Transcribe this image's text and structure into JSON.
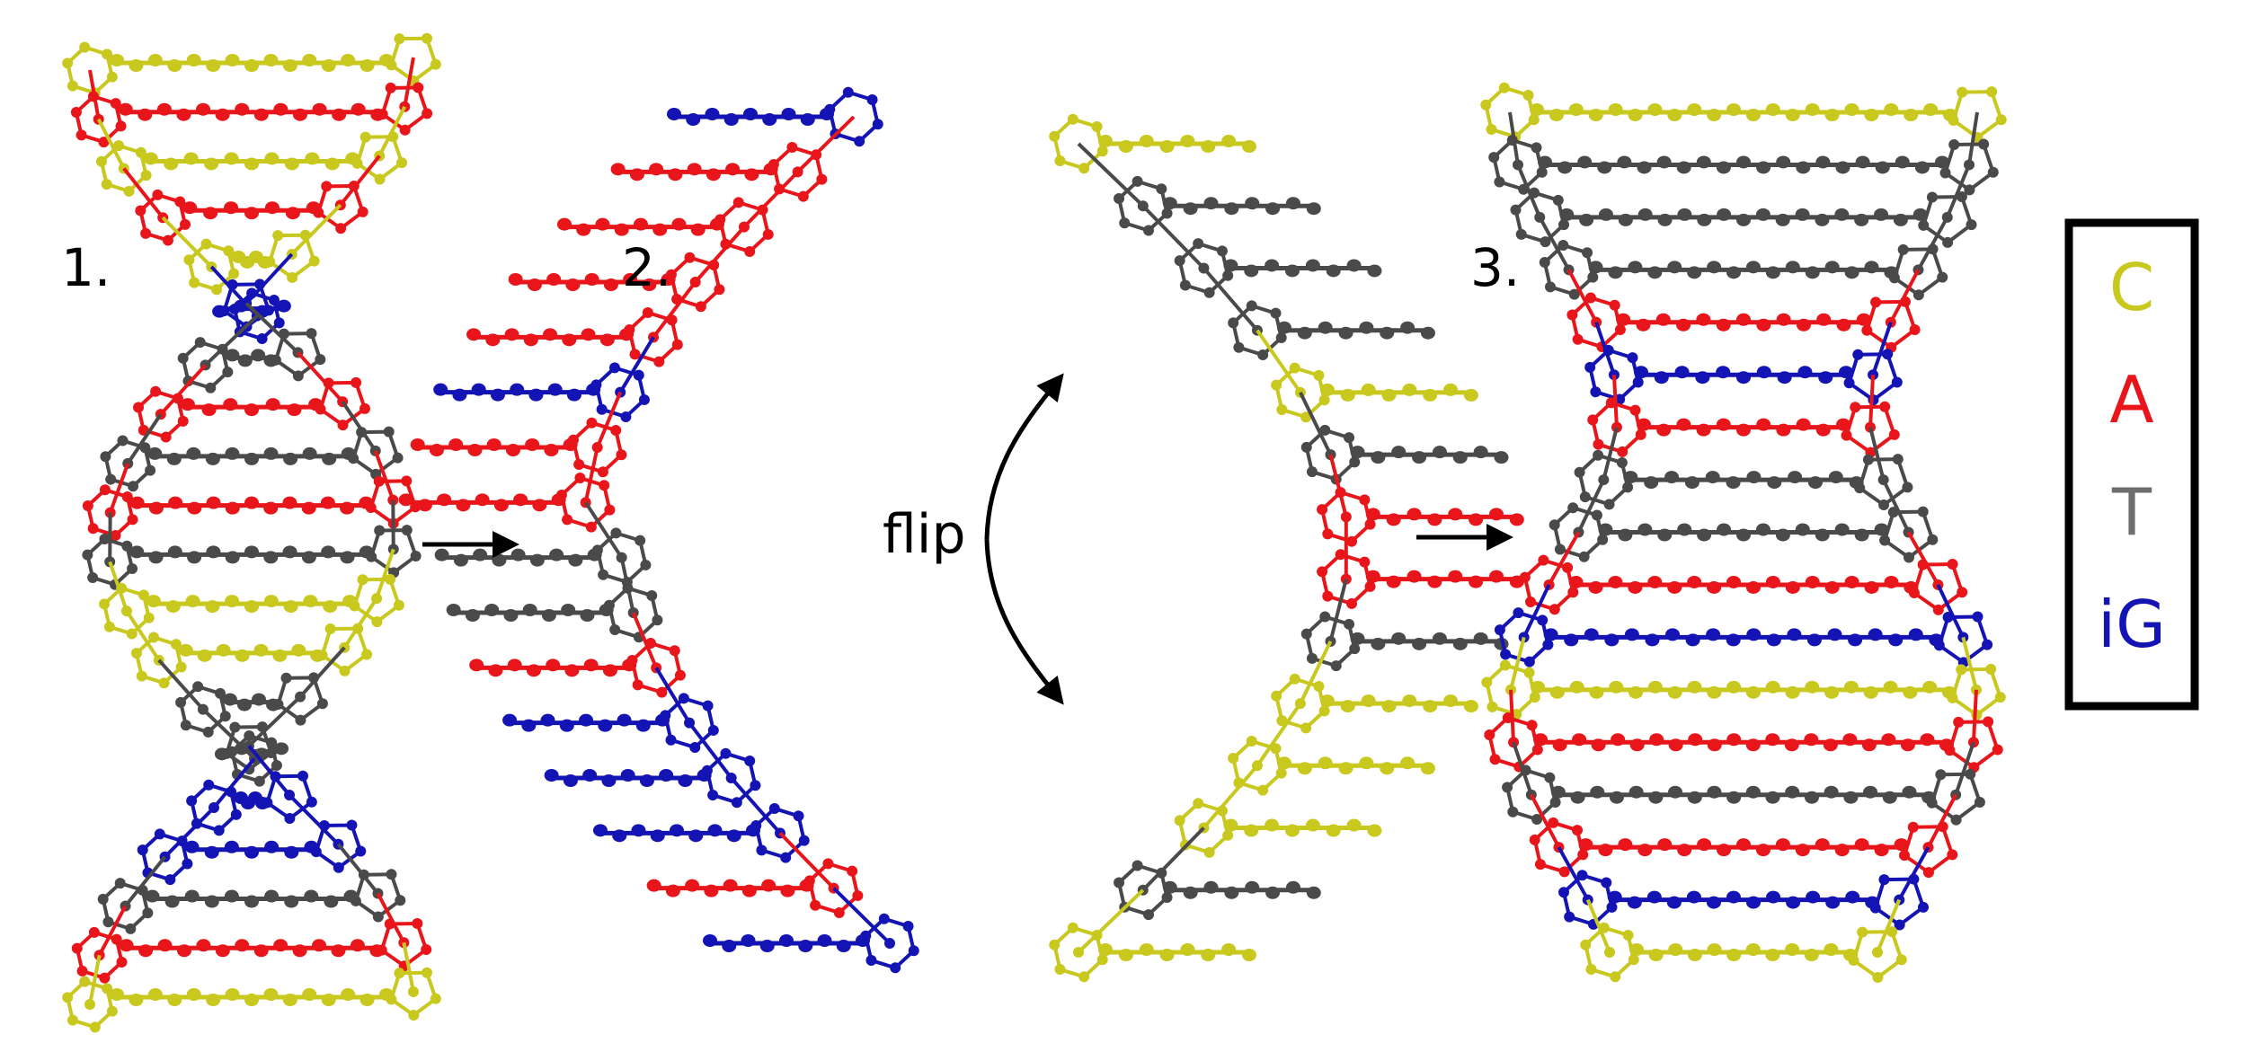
{
  "steps": [
    {
      "label": "1."
    },
    {
      "label": "2."
    },
    {
      "label": "3."
    }
  ],
  "flip_label": "flip",
  "legend": [
    {
      "label": "C",
      "color": "#c8c81e"
    },
    {
      "label": "A",
      "color": "#e8161a"
    },
    {
      "label": "T",
      "color": "#6e6e6e"
    },
    {
      "label": "iG",
      "color": "#1414b4"
    }
  ],
  "colors": {
    "C": "#c8c81e",
    "A": "#e8161a",
    "T": "#4a4a4a",
    "iG": "#1414b4"
  },
  "structures": [
    {
      "name": "double-helix-1",
      "sequence": [
        "C",
        "A",
        "C",
        "A",
        "C",
        "iG",
        "T",
        "A",
        "T",
        "A",
        "T",
        "C",
        "C",
        "T",
        "T",
        "iG",
        "iG",
        "T",
        "A",
        "C"
      ]
    },
    {
      "name": "single-strand-2-left",
      "sequence": [
        "iG",
        "A",
        "A",
        "A",
        "A",
        "iG",
        "A",
        "A",
        "T",
        "T",
        "A",
        "iG",
        "iG",
        "iG",
        "A",
        "iG"
      ]
    },
    {
      "name": "single-strand-2-right",
      "sequence": [
        "C",
        "T",
        "T",
        "T",
        "C",
        "T",
        "A",
        "A",
        "T",
        "C",
        "C",
        "C",
        "T",
        "C"
      ]
    },
    {
      "name": "double-helix-3",
      "sequence": [
        "C",
        "T",
        "T",
        "T",
        "A",
        "iG",
        "A",
        "T",
        "T",
        "A",
        "iG",
        "C",
        "A",
        "T",
        "A",
        "iG",
        "C"
      ]
    }
  ]
}
